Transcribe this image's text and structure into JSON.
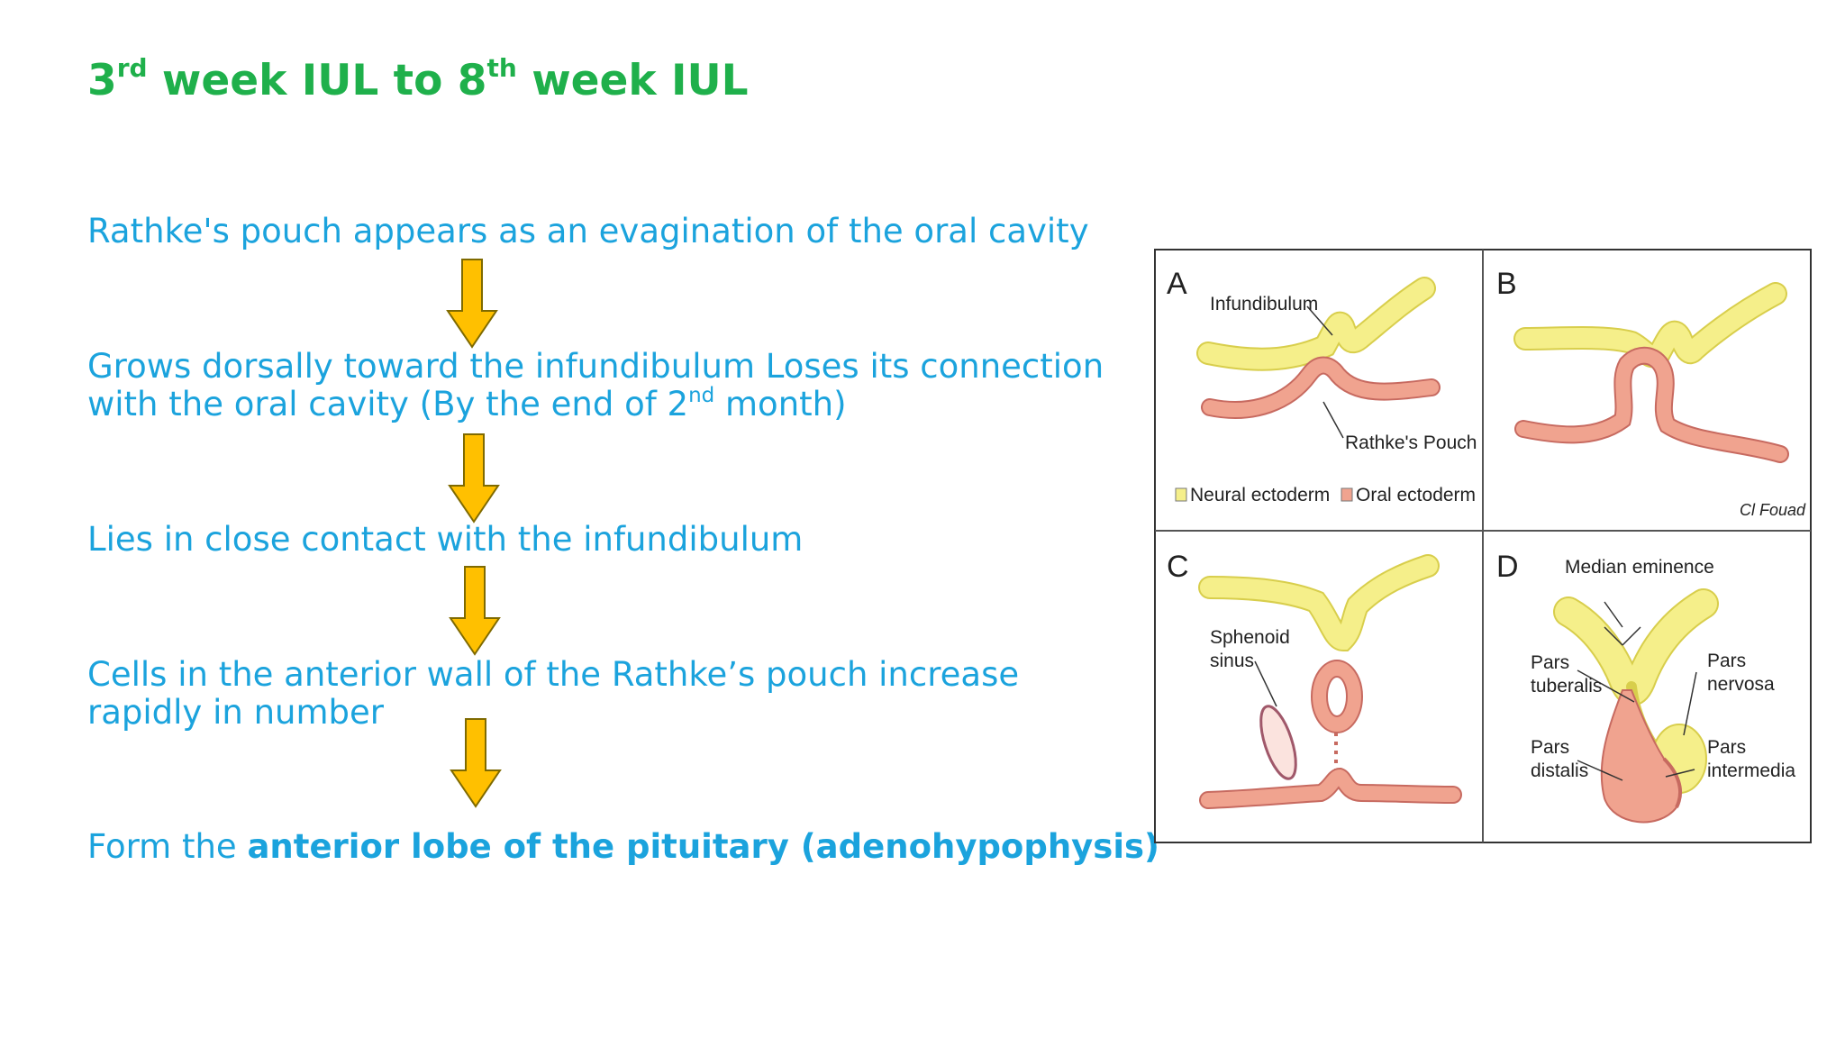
{
  "title": {
    "part1": "3",
    "sup1": "rd",
    "part2": " week IUL to 8",
    "sup2": "th",
    "part3": " week IUL"
  },
  "steps": [
    {
      "text": "Rathke's pouch appears as an evagination of the oral cavity"
    },
    {
      "line1": "Grows dorsally toward the infundibulum Loses its connection",
      "line2_pre": "with the oral cavity (By the end of 2",
      "line2_sup": "nd",
      "line2_post": " month)"
    },
    {
      "text": "Lies in close contact with the infundibulum"
    },
    {
      "line1": "Cells in the anterior wall of the Rathke’s pouch increase",
      "line2": "rapidly in number"
    },
    {
      "pre": "Form the ",
      "bold": "anterior lobe of the pituitary (adenohypophysis)"
    }
  ],
  "figure": {
    "panels": {
      "a": {
        "letter": "A",
        "infundibulum": "Infundibulum",
        "rathkes_pouch": "Rathke's Pouch",
        "legend_neural": "Neural ectoderm",
        "legend_oral": "Oral ectoderm"
      },
      "b": {
        "letter": "B",
        "signature": "Cl Fouad"
      },
      "c": {
        "letter": "C",
        "sphenoid_1": "Sphenoid",
        "sphenoid_2": "sinus"
      },
      "d": {
        "letter": "D",
        "median_eminence": "Median eminence",
        "tuberalis_1": "Pars",
        "tuberalis_2": "tuberalis",
        "nervosa_1": "Pars",
        "nervosa_2": "nervosa",
        "distalis_1": "Pars",
        "distalis_2": "distalis",
        "intermedia_1": "Pars",
        "intermedia_2": "intermedia"
      }
    },
    "colors": {
      "neural": "#f5ef8a",
      "neural_stroke": "#d8ce4c",
      "oral": "#f0a38f",
      "oral_stroke": "#c76a60",
      "arrow_fill": "#ffc000",
      "arrow_stroke": "#7f6a00"
    }
  }
}
